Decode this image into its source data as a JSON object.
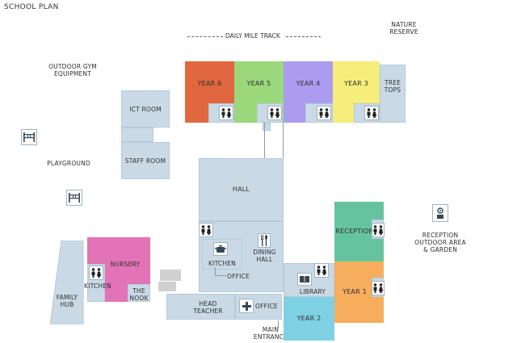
{
  "map_title": "SCHOOL PLAN",
  "track": "DAILY MILE TRACK",
  "labels": {
    "nature": "NATURE\nRESERVE",
    "gym": "OUTDOOR GYM\nEQUIPMENT",
    "playground": "PLAYGROUND",
    "reception_outdoor": "RECEPTION\nOUTDOOR AREA\n& GARDEN",
    "family_hub": "FAMILY\nHUB",
    "main_entrance": "MAIN\nENTRANCE"
  },
  "rooms": {
    "year6": "YEAR 6",
    "year5": "YEAR 5",
    "year4": "YEAR 4",
    "year3": "YEAR 3",
    "tree_tops": "TREE\nTOPS",
    "ict_room": "ICT ROOM",
    "staff_room": "STAFF ROOM",
    "hall": "HALL",
    "kitchen_main": "KITCHEN",
    "dining_hall": "DINING\nHALL",
    "office_main": "OFFICE",
    "nursery": "NURSERY",
    "nursery_kitchen": "KITCHEN",
    "the_nook": "THE\nNOOK",
    "head_teacher": "HEAD\nTEACHER",
    "office_front": "OFFICE",
    "library": "LIBRARY",
    "year2": "YEAR 2",
    "year1": "YEAR 1",
    "reception": "RECEPTION"
  },
  "colors": {
    "year6": "#e0673f",
    "year5": "#9bd87b",
    "year4": "#ac9cf0",
    "year3": "#f5ee7a",
    "nursery": "#e273b6",
    "reception": "#66c3a0",
    "year1": "#f6ad5c",
    "year2": "#80d0e3",
    "building": "#c9d9e6"
  },
  "icons": [
    "toilet-icon",
    "gym-equipment-icon",
    "flower-icon",
    "kitchen-pot-icon",
    "cutlery-icon",
    "first-aid-icon",
    "library-book-icon",
    "entrance-arrow-icon"
  ]
}
